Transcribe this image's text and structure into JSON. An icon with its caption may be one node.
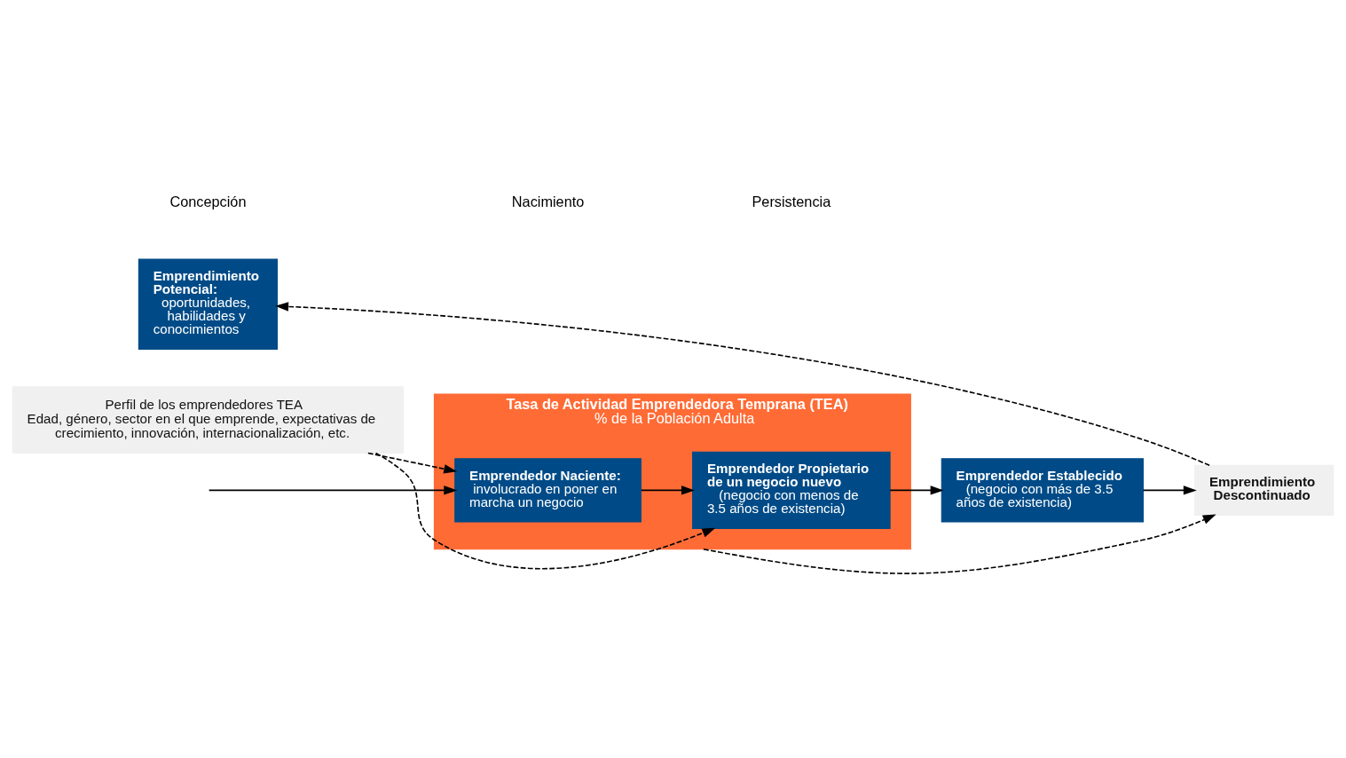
{
  "diagram": {
    "nodes": [
      {
        "text": [
          "Emprendimiento Potencial:",
          "oportunidades, habilidades y conocimientos"
        ]
      },
      {
        "text": [
          "Tasa de Actividad Emprendedora Temprana (TEA)",
          "% de la Población Adulta"
        ]
      },
      {
        "text": [
          "Emprendedor Naciente:",
          "involucrado en poner en marcha un negocio"
        ],
        "in": 1
      },
      {
        "text": [
          "Emprendedor Propietario de un negocio nuevo",
          "(negocio con menos de 3.5 años de existencia)"
        ],
        "in": 1
      },
      {
        "text": [
          "Emprendedor Establecido",
          "(negocio con más de 3.5 años de existencia)"
        ]
      },
      {
        "text": [
          "Emprendimiento Descontinuado"
        ]
      },
      {
        "text": [
          "Perfil de los emprendedores TEA",
          "Edad, género, sector en el que emprende, expectativas de crecimiento, innovación, internacionalización, etc."
        ]
      }
    ],
    "edges": [
      {
        "from": null,
        "to": 2,
        "arrow": "to"
      },
      {
        "from": 2,
        "to": 3,
        "arrow": "to"
      },
      {
        "from": 3,
        "to": 4,
        "arrow": "to"
      },
      {
        "from": 1,
        "to": 5,
        "arrow": "to",
        "style": "dashed"
      },
      {
        "from": 4,
        "to": 5,
        "arrow": "to"
      },
      {
        "from": 5,
        "to": 0,
        "arrow": "to",
        "style": "dashed"
      },
      {
        "from": 6,
        "to": 2,
        "arrow": "to",
        "style": "dashed"
      },
      {
        "from": 6,
        "to": 3,
        "arrow": "to",
        "style": "dashed"
      }
    ],
    "labels": [
      "Concepción",
      "Nacimiento",
      "Persistencia"
    ]
  }
}
